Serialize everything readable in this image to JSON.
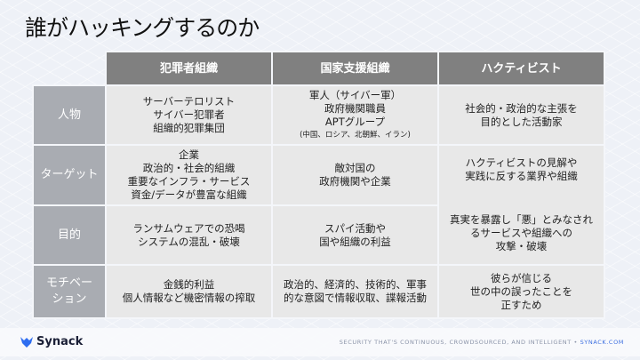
{
  "title": "誰がハッキングするのか",
  "columns": [
    "犯罪者組織",
    "国家支援組織",
    "ハクティビスト"
  ],
  "rows": [
    {
      "label": [
        "人物"
      ],
      "cells": [
        [
          "サーバーテロリスト",
          "サイバー犯罪者",
          "組織的犯罪集団"
        ],
        [
          "軍人（サイバー軍）",
          "政府機関職員",
          "APTグループ"
        ]
      ],
      "note": "(中国、ロシア、北朝鮮、イラン)",
      "hack": [
        "社会的・政治的な主張を",
        "目的とした活動家"
      ]
    },
    {
      "label": [
        "ターゲット"
      ],
      "cells": [
        [
          "企業",
          "政治的・社会的組織",
          "重要なインフラ・サービス",
          "資金/データが豊富な組織"
        ],
        [
          "敵対国の",
          "政府機関や企業"
        ]
      ],
      "hack": [
        "ハクティビストの見解や",
        "実践に反する業界や組織"
      ]
    },
    {
      "label": [
        "目的"
      ],
      "cells": [
        [
          "ランサムウェアでの恐喝",
          "システムの混乱・破壊"
        ],
        [
          "スパイ活動や",
          "国や組織の利益"
        ]
      ],
      "hack": [
        "真実を暴露し「悪」とみなされ",
        "るサービスや組織への",
        "攻撃・破壊"
      ]
    },
    {
      "label": [
        "モチベー",
        "ション"
      ],
      "cells": [
        [
          "金銭的利益",
          "個人情報など機密情報の搾取"
        ],
        [
          "政治的、経済的、技術的、軍事",
          "的な意図で情報収取、諜報活動"
        ]
      ],
      "hack": [
        "彼らが信じる",
        "世の中の誤ったことを",
        "正すため"
      ]
    }
  ],
  "footer": {
    "brand": "Synack",
    "tagline": "SECURITY THAT'S CONTINUOUS, CROWDSOURCED, AND INTELLIGENT • ",
    "link": "SYNACK.COM"
  },
  "colors": {
    "header": "#808080",
    "label": "#a9acb2",
    "cell": "#e8e8e8",
    "accent": "#3d6fe0"
  }
}
